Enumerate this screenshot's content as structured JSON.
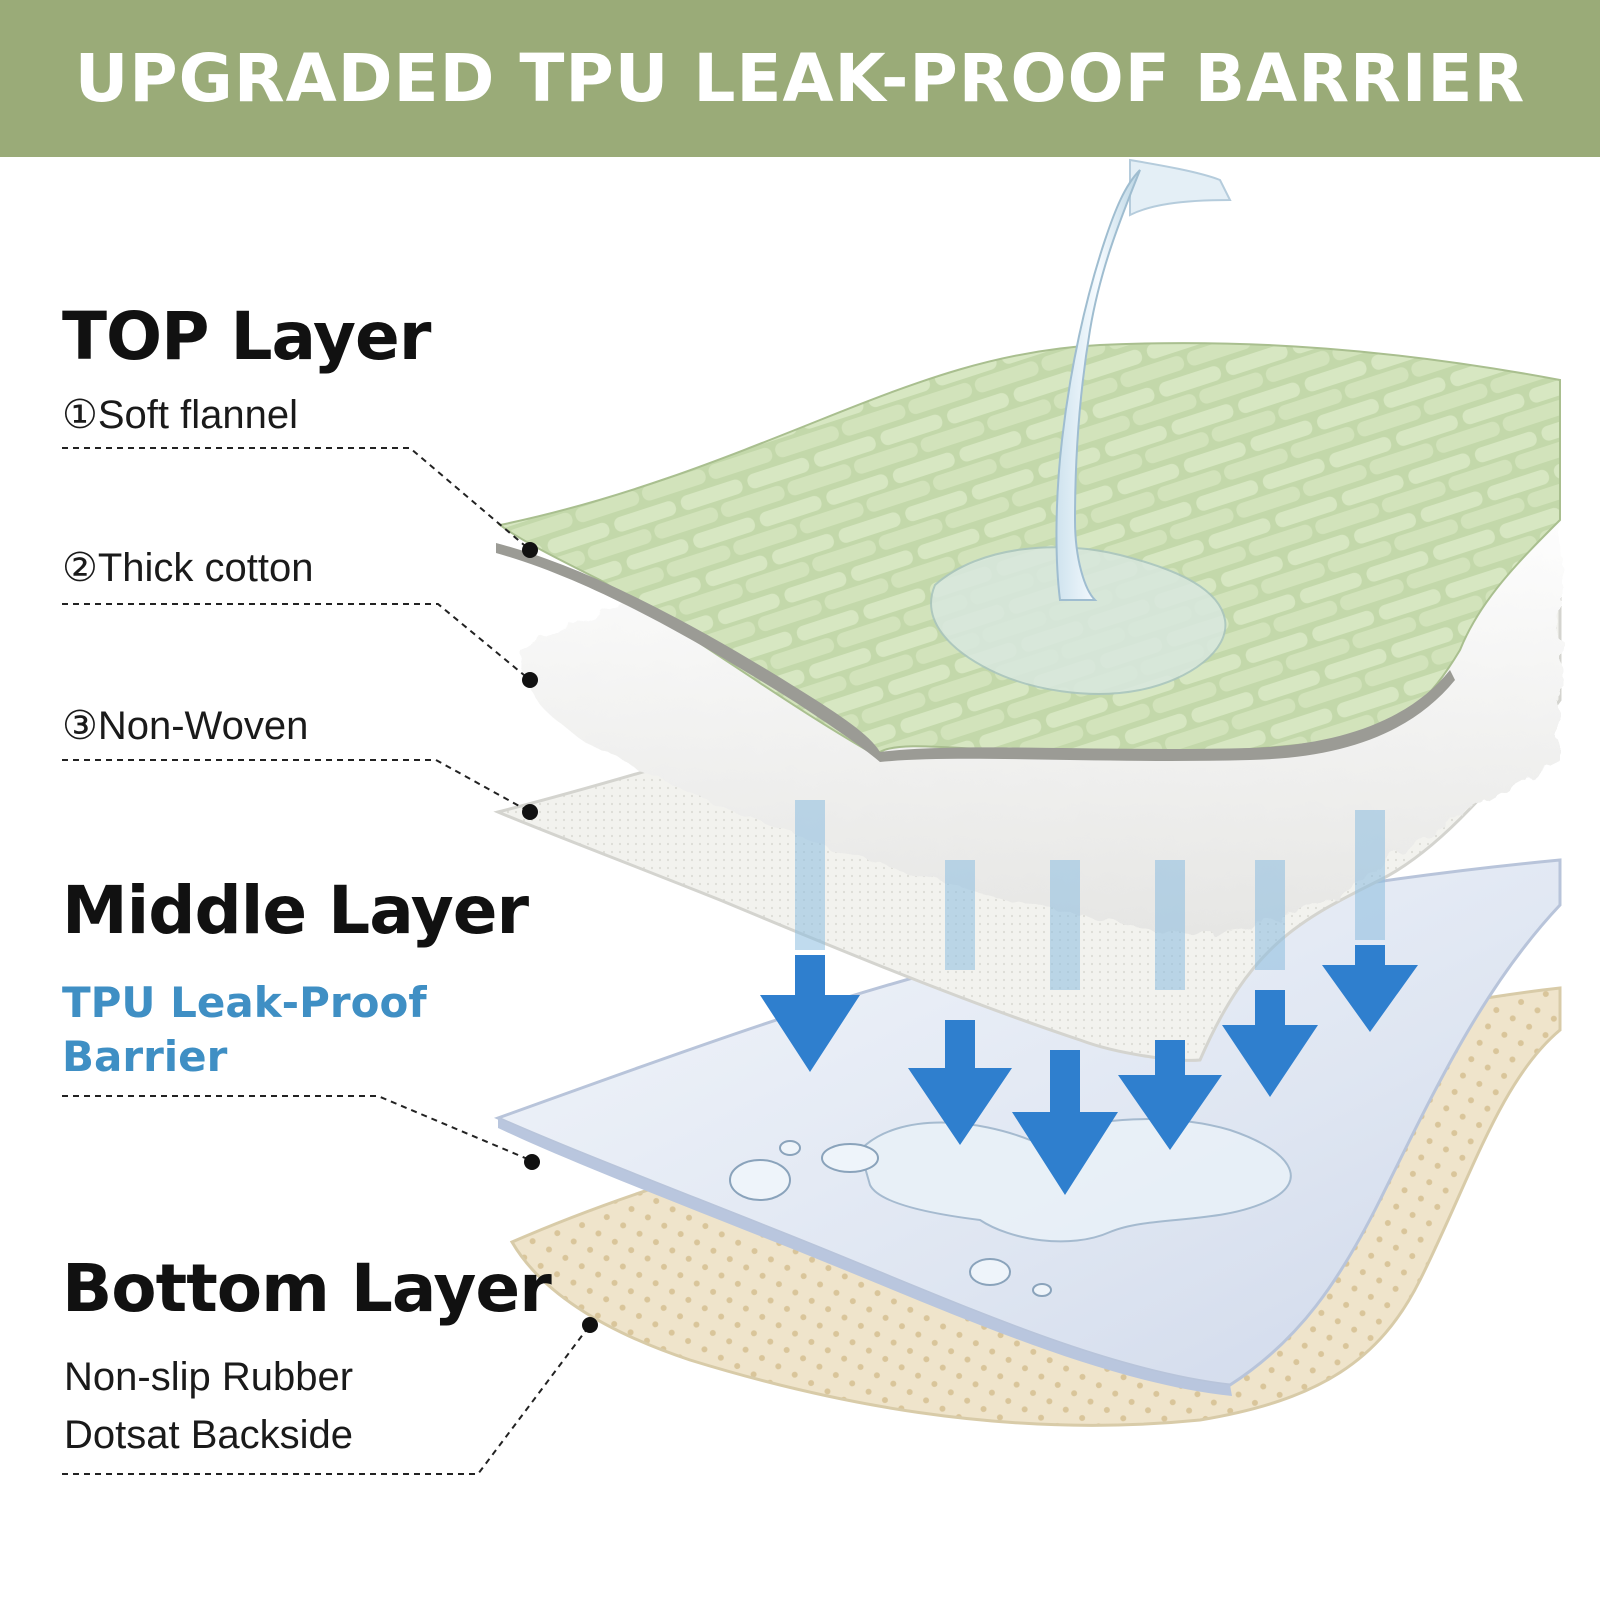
{
  "banner": {
    "title": "UPGRADED TPU LEAK-PROOF BARRIER",
    "background": "#9aab78"
  },
  "top_layer": {
    "heading": "TOP Layer",
    "items": [
      {
        "label": "①Soft flannel",
        "color": "#bcd3a3"
      },
      {
        "label": "②Thick cotton",
        "color": "#f4f4f2"
      },
      {
        "label": "③Non-Woven",
        "color": "#eeeeea"
      }
    ]
  },
  "middle_layer": {
    "heading": "Middle Layer",
    "description_line1": "TPU Leak-Proof",
    "description_line2": "Barrier",
    "accent_color": "#3f8fc4"
  },
  "bottom_layer": {
    "heading": "Bottom Layer",
    "description_line1": "Non-slip Rubber",
    "description_line2": "Dotsat Backside",
    "color": "#eadcc0"
  },
  "icons": {
    "water_stream": "water-stream-icon",
    "arrows": "down-arrow-icon",
    "droplets": "water-droplet-icon"
  }
}
